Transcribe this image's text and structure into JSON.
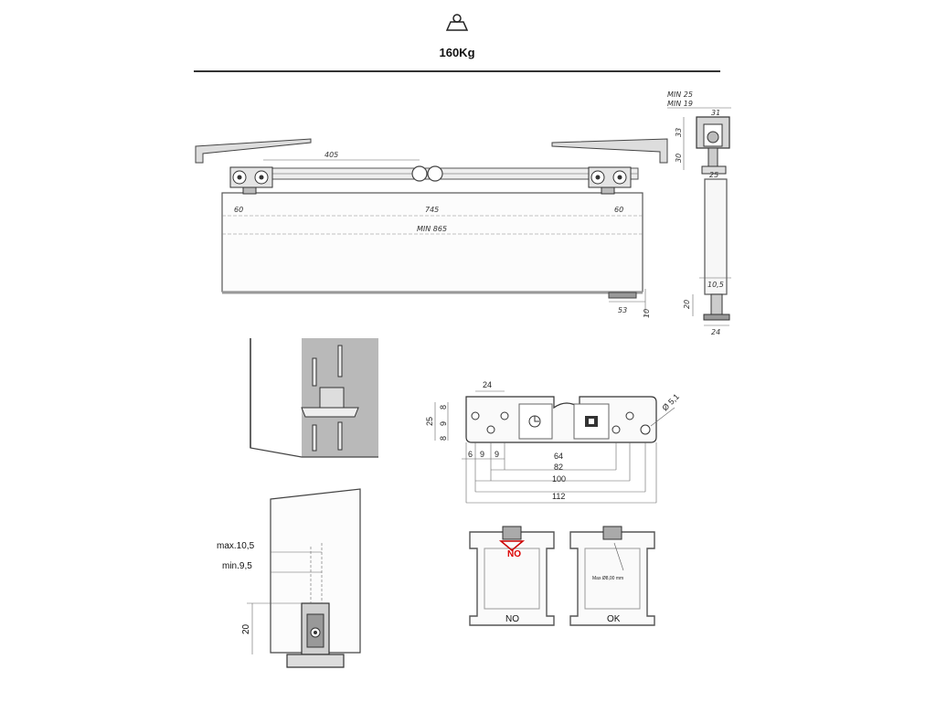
{
  "header": {
    "weight_icon": "weight-icon",
    "load_label": "160Kg"
  },
  "front_view": {
    "dim_405": "405",
    "dim_60_left": "60",
    "dim_745": "745",
    "dim_60_right": "60",
    "dim_min865": "MIN 865",
    "dim_53": "53",
    "dim_10": "10"
  },
  "side_view": {
    "dim_min25": "MIN 25",
    "dim_min19": "MIN 19",
    "dim_31": "31",
    "dim_33": "33",
    "dim_30": "30",
    "dim_25": "25",
    "dim_105": "10,5",
    "dim_20": "20",
    "dim_24": "24"
  },
  "bracket_plate": {
    "dim_24": "24",
    "dim_8a": "8",
    "dim_9": "9",
    "dim_8b": "8",
    "dim_25": "25",
    "dim_hole": "Ø 5,1",
    "dim_6": "6",
    "dim_9a": "9",
    "dim_9b": "9",
    "dim_64": "64",
    "dim_82": "82",
    "dim_100": "100",
    "dim_112": "112"
  },
  "profiles": {
    "no_red": "NO",
    "no_label": "NO",
    "ok_label": "OK",
    "max_note": "Max Ø8,00 mm"
  },
  "guide_view": {
    "max_label": "max.10,5",
    "min_label": "min.9,5",
    "dim_20": "20"
  }
}
